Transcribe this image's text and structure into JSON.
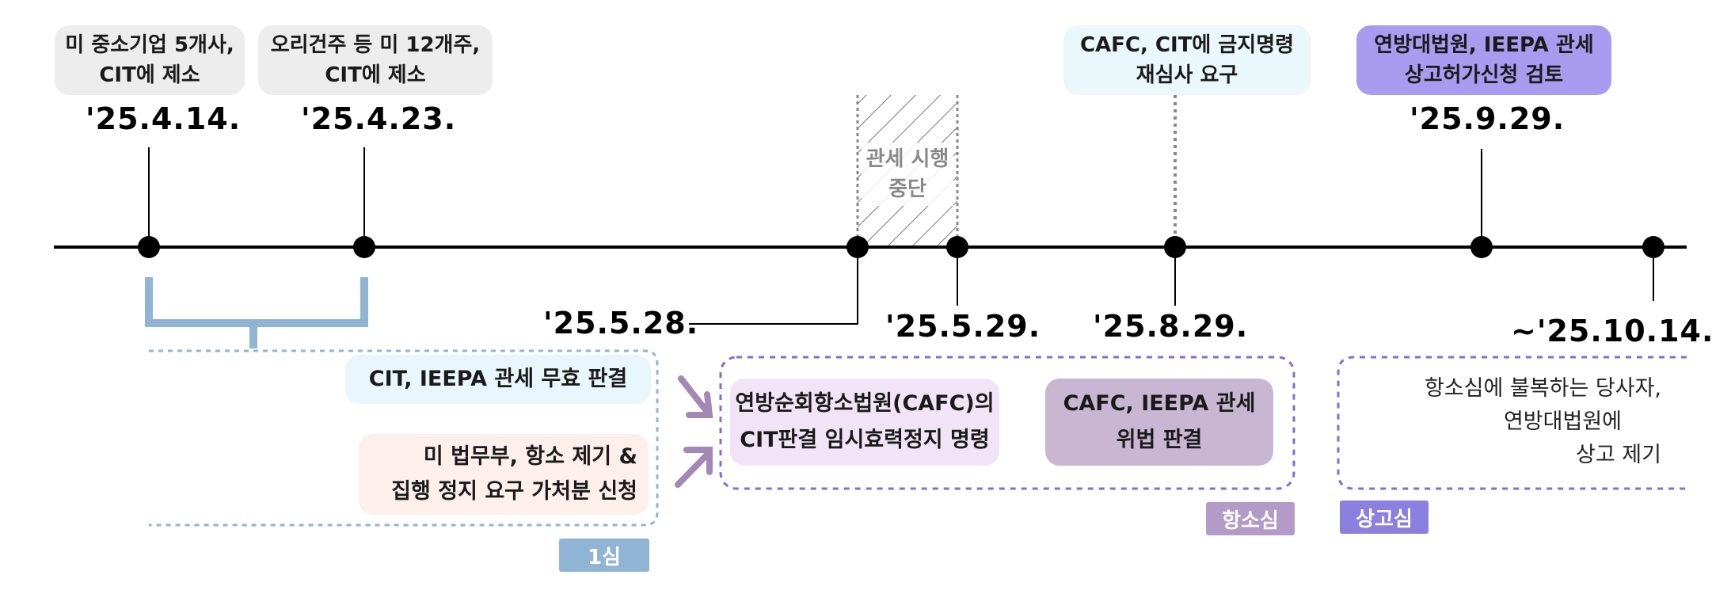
{
  "events": {
    "e1": {
      "label_line1": "미 중소기업 5개사,",
      "label_line2": "CIT에 제소",
      "date": "'25.4.14."
    },
    "e2": {
      "label_line1": "오리건주 등 미 12개주,",
      "label_line2": "CIT에 제소",
      "date": "'25.4.23."
    },
    "e3": {
      "date": "'25.5.28."
    },
    "e4": {
      "date": "'25.5.29."
    },
    "suspension": {
      "line1": "관세 시행",
      "line2": "중단"
    },
    "e5": {
      "label_line1": "CAFC, CIT에 금지명령",
      "label_line2": "재심사 요구",
      "date": "'25.8.29."
    },
    "e6": {
      "label_line1": "연방대법원, IEEPA 관세",
      "label_line2": "상고허가신청 검토",
      "date": "'25.9.29."
    },
    "e7": {
      "date": "~'25.10.14."
    }
  },
  "first_instance": {
    "box1": "CIT, IEEPA 관세 무효 판결",
    "box2_line1": "미 법무부, 항소 제기 &",
    "box2_line2": "집행 정지 요구 가처분 신청",
    "stage_label": "1심"
  },
  "appeal": {
    "box1_line1": "연방순회항소법원(CAFC)의",
    "box1_line2": "CIT판결 임시효력정지 명령",
    "box2_line1": "CAFC, IEEPA 관세",
    "box2_line2": "위법 판결",
    "stage_label": "항소심"
  },
  "supreme": {
    "text_line1": "항소심에 불복하는 당사자,",
    "text_line2": "연방대법원에",
    "text_line3": "상고 제기",
    "stage_label": "상고심"
  },
  "colors": {
    "blue_stage": "#8fb4d4",
    "purple_stage": "#b49ac7",
    "violet_stage": "#8b7fe0",
    "cit_box": "#e9f6fb",
    "doj_box": "#fdf0ec",
    "cafc_box": "#f1e4f7",
    "cafc_ruling_box": "#c9b6d3",
    "supreme_box": "#a99cf0",
    "gray_box": "#ededed",
    "light_blue_box": "#eaf8fc"
  }
}
